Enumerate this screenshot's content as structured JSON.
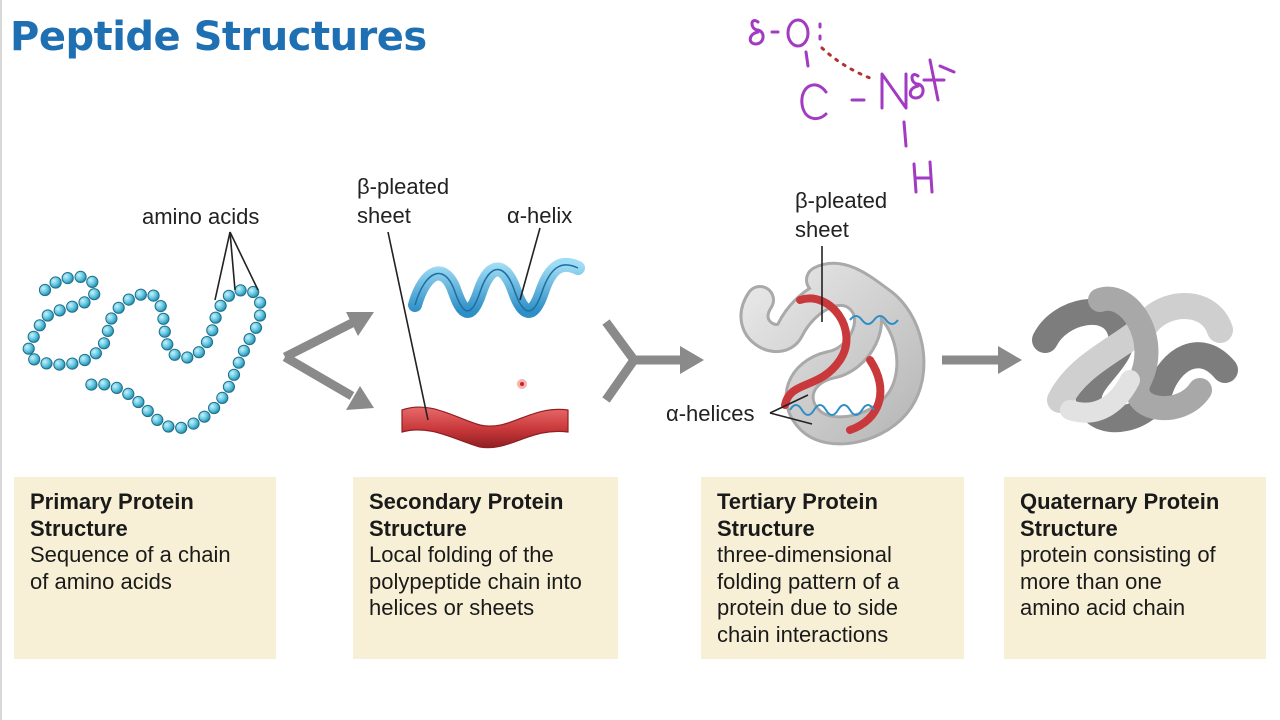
{
  "title": "Peptide Structures",
  "labels": {
    "amino_acids": "amino acids",
    "beta_pleated_sheet_secondary": [
      "β-pleated",
      "sheet"
    ],
    "alpha_helix": "α-helix",
    "beta_pleated_sheet_tertiary": [
      "β-pleated",
      "sheet"
    ],
    "alpha_helices": "α-helices"
  },
  "handwriting": {
    "color": "#a23bc2",
    "dotted_color": "#b3322f",
    "text": "δ- O: C - Nδ+ H"
  },
  "captions": [
    {
      "title": "Primary Protein Structure",
      "title_lines": [
        "Primary Protein",
        "Structure"
      ],
      "desc_lines": [
        "Sequence of a chain",
        "of amino acids"
      ]
    },
    {
      "title": "Secondary Protein Structure",
      "title_lines": [
        "Secondary Protein",
        "Structure"
      ],
      "desc_lines": [
        "Local folding of the",
        "polypeptide chain into",
        "helices or sheets"
      ]
    },
    {
      "title": "Tertiary Protein Structure",
      "title_lines": [
        "Tertiary Protein",
        "Structure"
      ],
      "desc_lines": [
        "three-dimensional",
        "folding pattern of a",
        "protein due to side",
        "chain interactions"
      ]
    },
    {
      "title": "Quaternary Protein Structure",
      "title_lines": [
        "Quaternary Protein",
        "Structure"
      ],
      "desc_lines": [
        "protein consisting of",
        "more than one",
        "amino acid chain"
      ]
    }
  ],
  "colors": {
    "title": "#1f6fb3",
    "bead": "#5fc6e0",
    "helix": "#3aa6dc",
    "sheet": "#c9383a",
    "arrow": "#8a8a8a",
    "caption_bg": "#f8f0d6",
    "quaternary": "#9a9a9a"
  }
}
